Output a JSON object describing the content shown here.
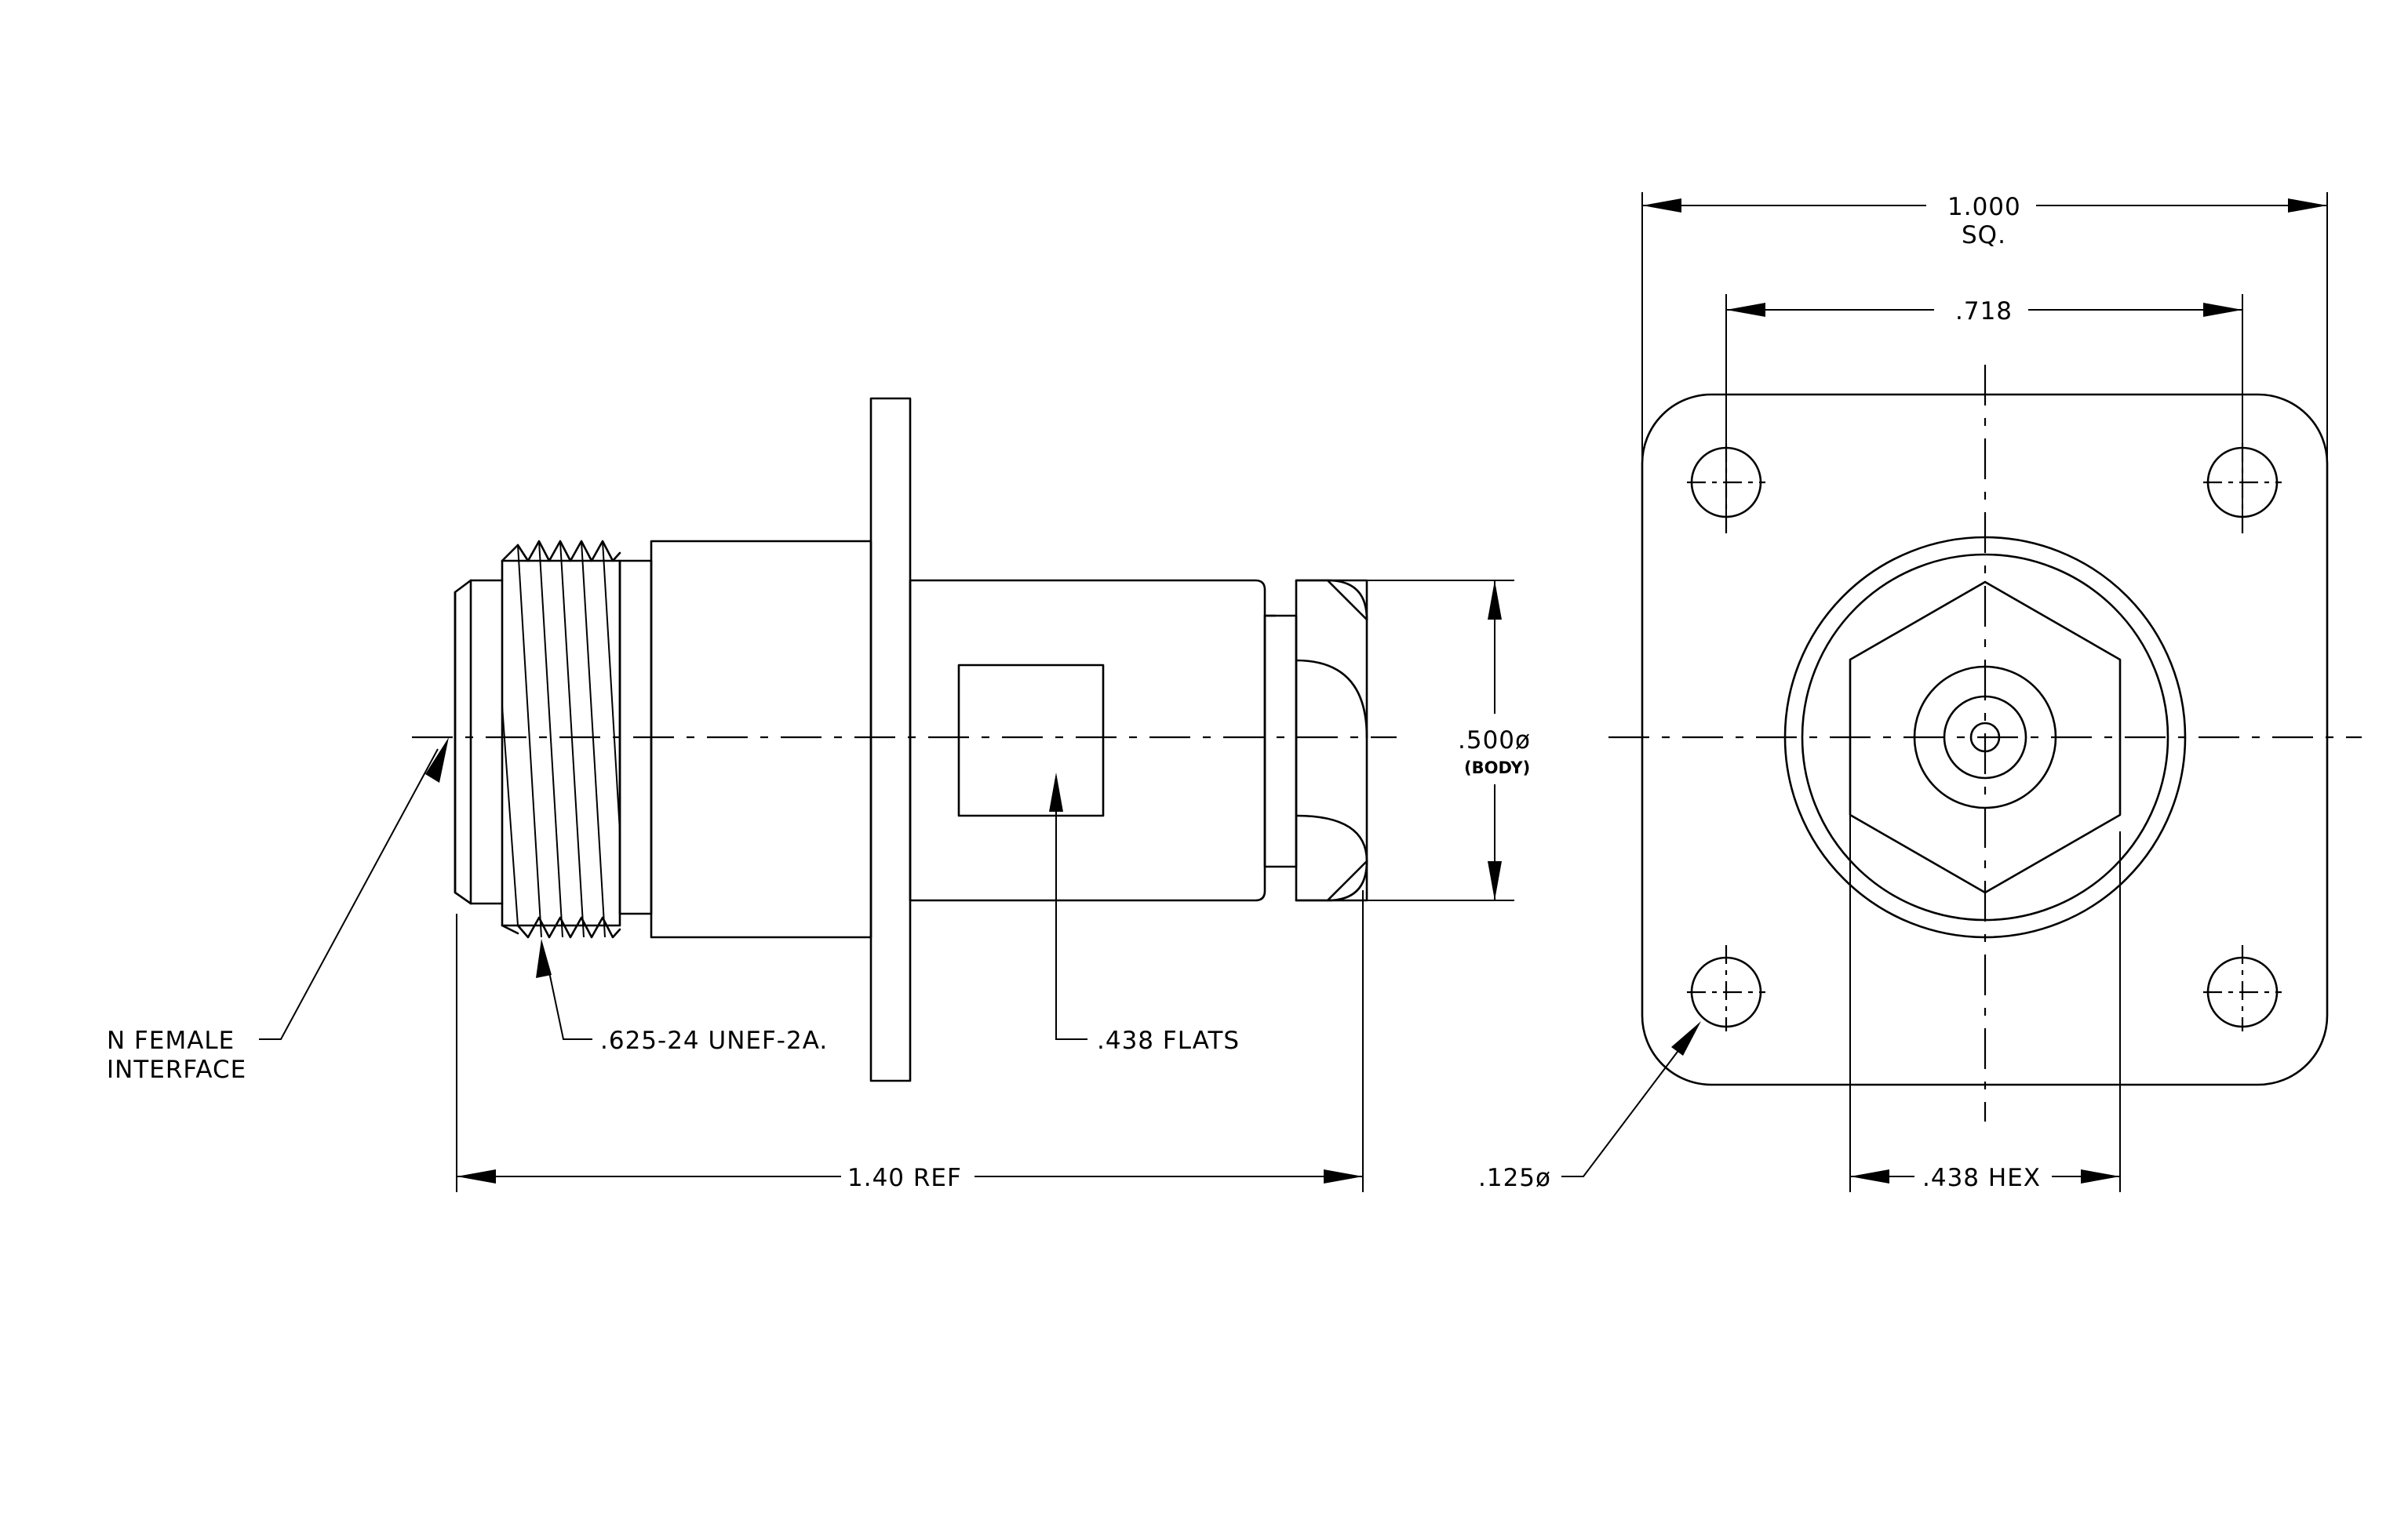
{
  "side_view": {
    "interface_label_line1": "N FEMALE",
    "interface_label_line2": "INTERFACE",
    "thread_label": ".625-24 UNEF-2A.",
    "flats_label": ".438 FLATS",
    "body_dia_label": ".500ø",
    "body_dia_note": "(BODY)",
    "length_label": "1.40 REF"
  },
  "end_view": {
    "flange_size_line1": "1.000",
    "flange_size_line2": "SQ.",
    "hole_spacing_label": ".718",
    "hole_dia_label": ".125ø",
    "hex_label": ".438 HEX"
  }
}
